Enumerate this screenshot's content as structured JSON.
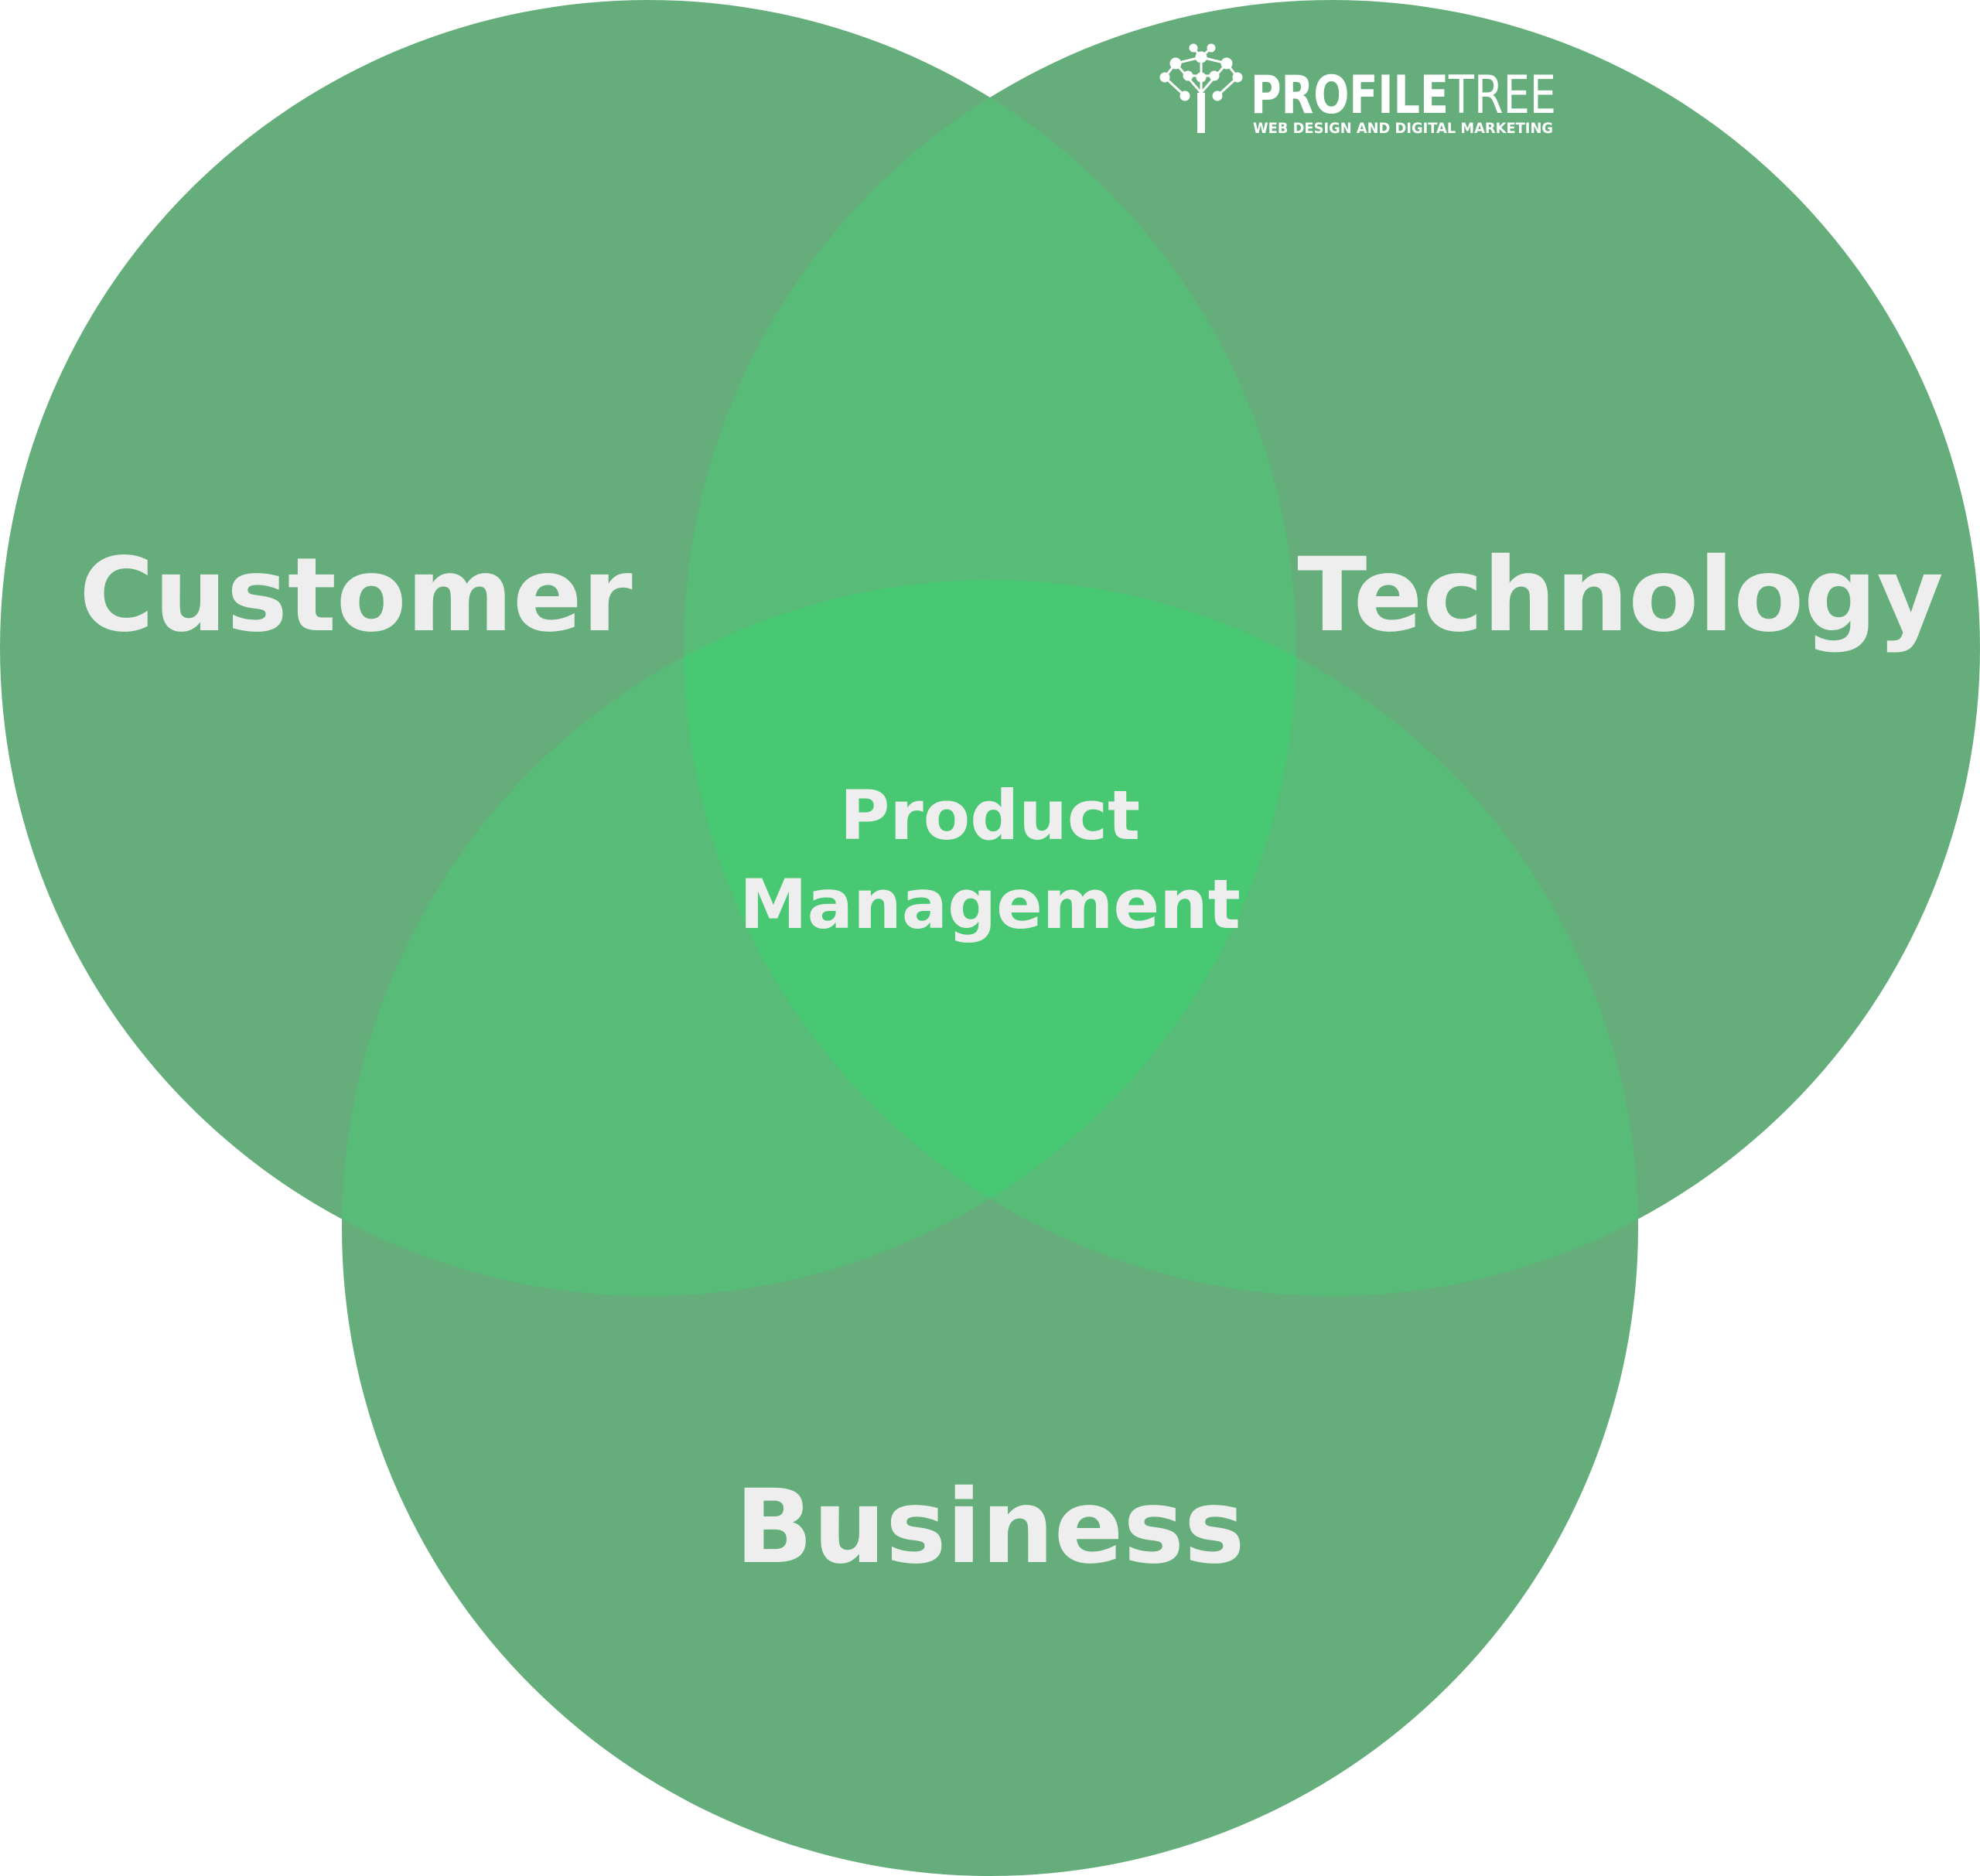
{
  "diagram": {
    "circles": [
      {
        "id": "customer",
        "label": "Customer"
      },
      {
        "id": "technology",
        "label": "Technology"
      },
      {
        "id": "business",
        "label": "Business"
      }
    ],
    "center_label": [
      "Product",
      "Management"
    ]
  },
  "logo": {
    "name_bold": "PROFILE",
    "name_light": "TREE",
    "tagline": "WEB DESIGN AND DIGITAL MARKETING"
  },
  "colors": {
    "background": "#ffffff",
    "circle_fill": "#65ae7b",
    "overlap_two": "#58bb78",
    "overlap_center": "#48c873",
    "label_text": "#eeeeee",
    "logo_text": "#ffffff"
  },
  "icons": [
    "tree-network-icon"
  ]
}
